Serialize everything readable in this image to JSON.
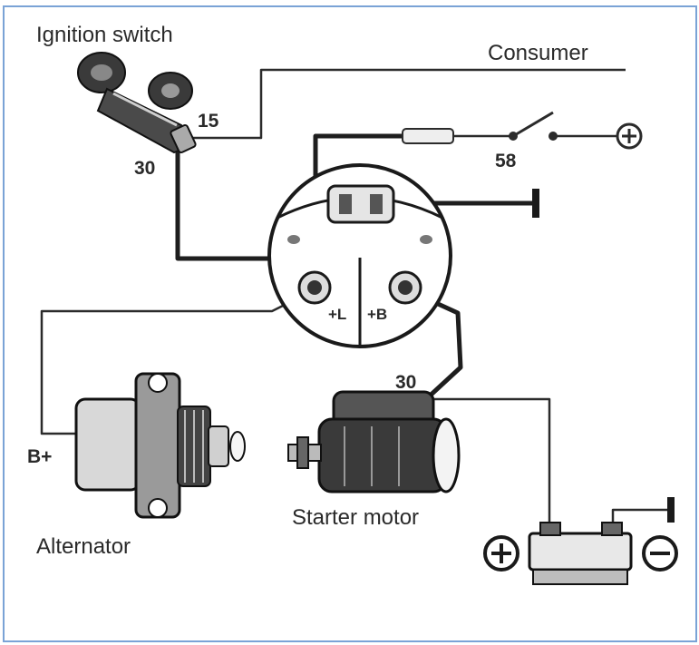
{
  "colors": {
    "border": "#7aa3d6",
    "ink": "#2a2a2a",
    "background": "#ffffff"
  },
  "labels": {
    "ignition_switch": "Ignition switch",
    "consumer": "Consumer",
    "terminal_15": "15",
    "terminal_30_switch": "30",
    "terminal_58": "58",
    "terminal_plus_l": "+L",
    "terminal_plus_b": "+B",
    "terminal_30_starter": "30",
    "b_plus": "B+",
    "starter_motor": "Starter motor",
    "alternator": "Alternator"
  },
  "symbols": {
    "positive_terminal": "plus-circle-icon",
    "battery_positive": "plus-circle-icon",
    "battery_negative": "minus-circle-icon",
    "ground": "ground-icon"
  }
}
